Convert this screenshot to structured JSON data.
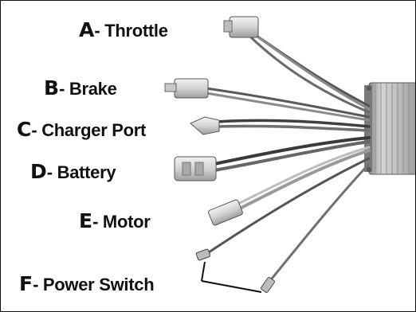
{
  "labels": {
    "a": {
      "letter": "A",
      "text": "- Throttle"
    },
    "b": {
      "letter": "B",
      "text": "- Brake"
    },
    "c": {
      "letter": "C",
      "text": "- Charger Port"
    },
    "d": {
      "letter": "D",
      "text": "- Battery"
    },
    "e": {
      "letter": "E",
      "text": "- Motor"
    },
    "f": {
      "letter": "F",
      "text": "- Power Switch"
    }
  },
  "colors": {
    "text": "#111111",
    "frame": "#111111",
    "controller_body": "#c9c9c9",
    "wire_dark": "#4a4a4a",
    "wire_light": "#9a9a9a",
    "connector": "#d8d8d8"
  },
  "icons": {
    "controller": "motor-controller-icon",
    "connector": "wire-connector-icon",
    "terminal": "spade-terminal-icon"
  }
}
